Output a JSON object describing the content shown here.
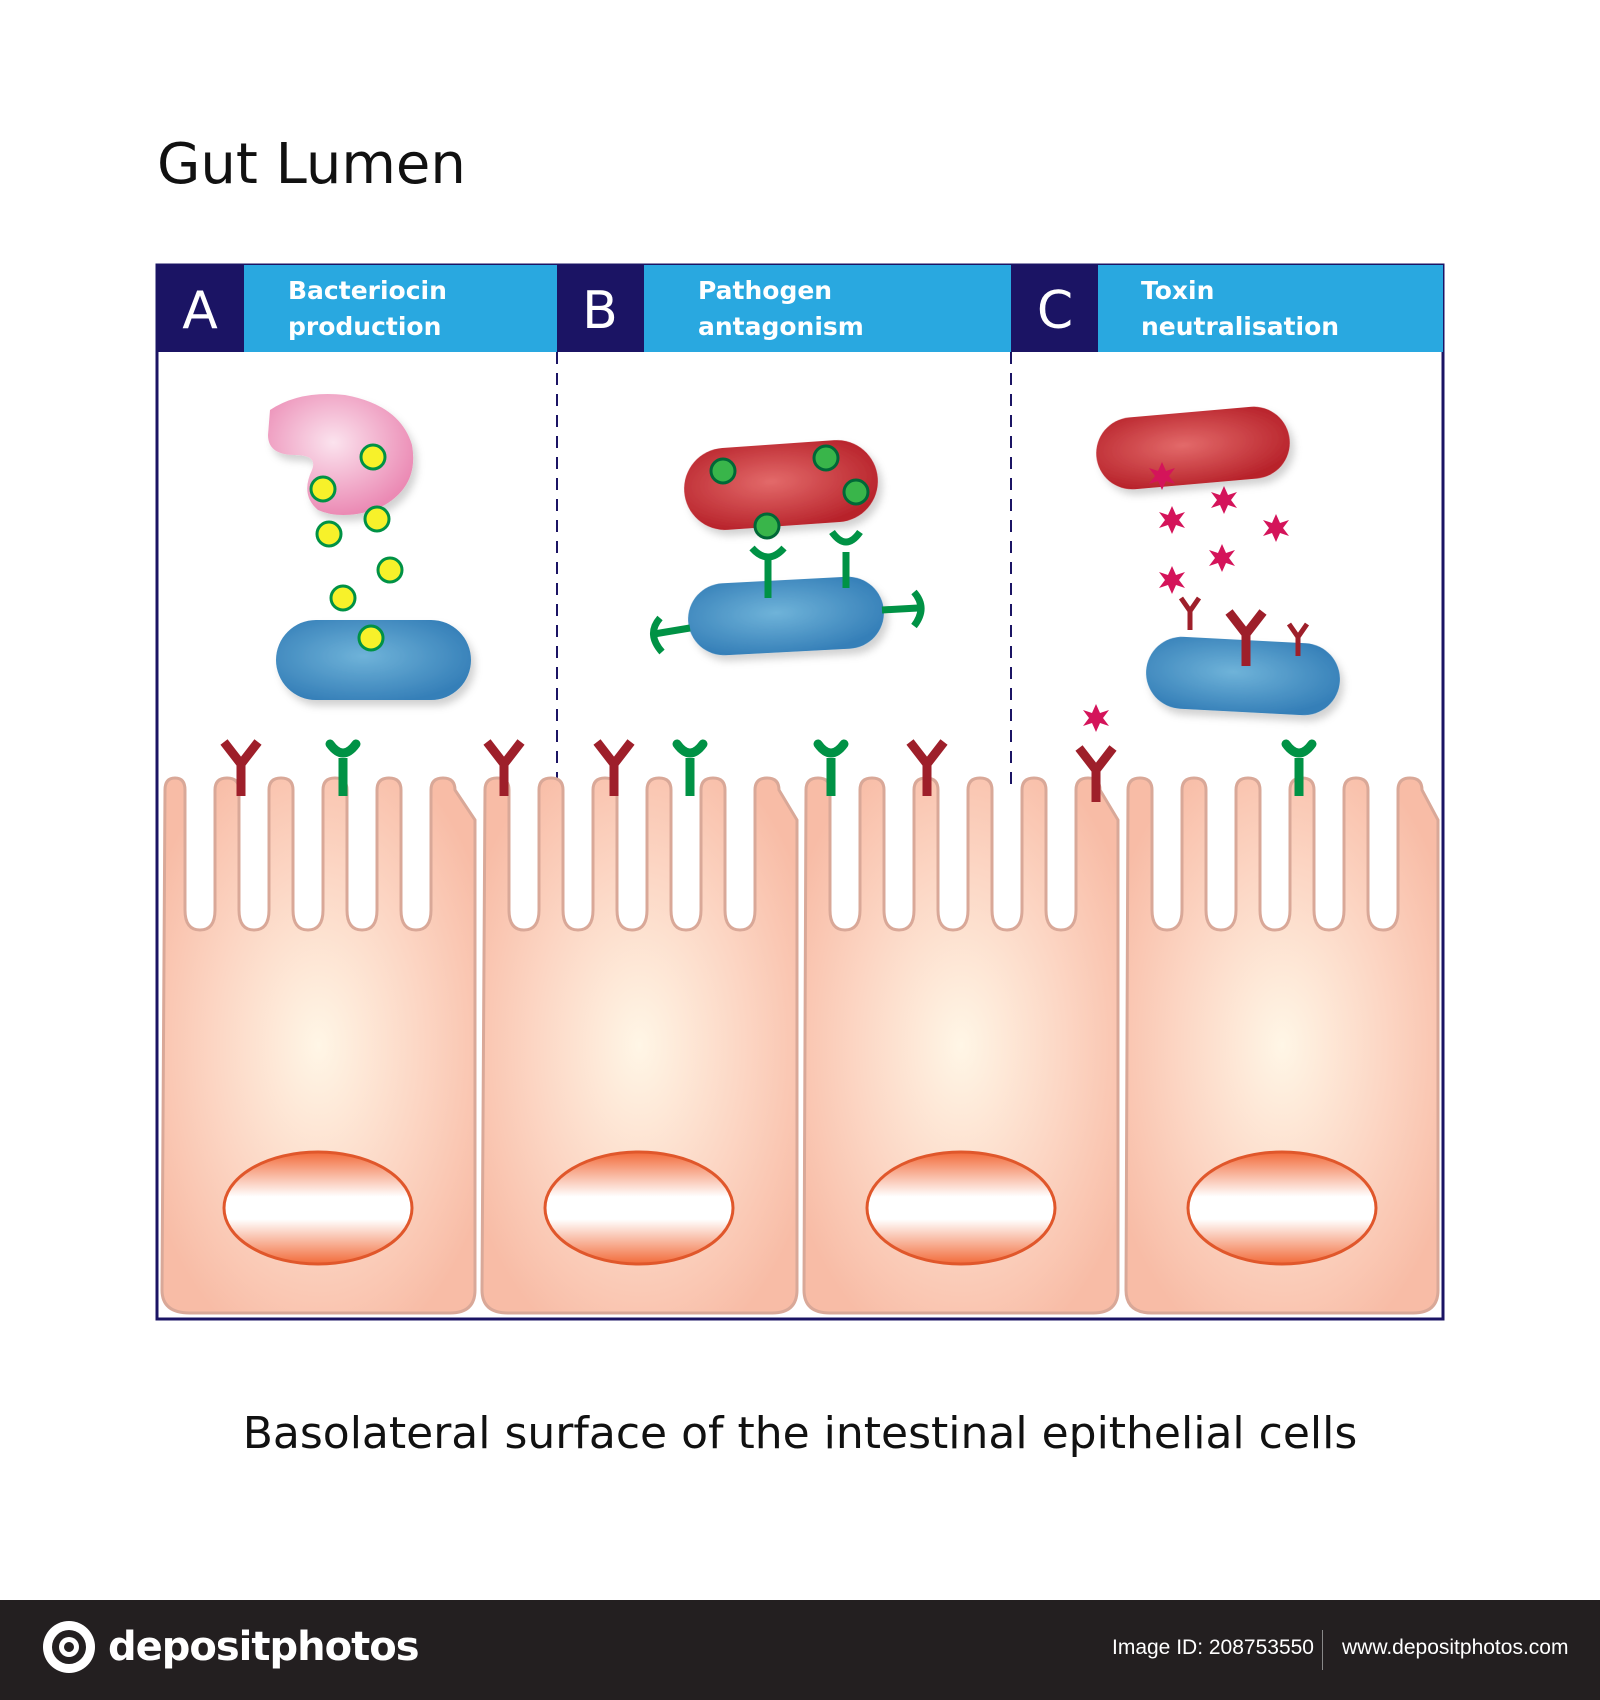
{
  "title": "Gut Lumen",
  "caption": "Basolateral surface of the intestinal epithelial cells",
  "panels": [
    {
      "letter": "A",
      "line1": "Bacteriocin",
      "line2": "production"
    },
    {
      "letter": "B",
      "line1": "Pathogen",
      "line2": "antagonism"
    },
    {
      "letter": "C",
      "line1": "Toxin",
      "line2": "neutralisation"
    }
  ],
  "colors": {
    "header_dark": "#1b1464",
    "header_light": "#29a8e0",
    "border": "#1b1464",
    "cell": "#f9c7b4",
    "nucleus": "#f26b3a",
    "pathogen": "#c1272d",
    "commensal": "#3c8fc4",
    "bacteriocin": "#f7f12a",
    "receptor_green": "#009245",
    "receptor_red": "#9e1f2a",
    "toxin": "#d4145a"
  },
  "footer": {
    "brand": "depositphotos",
    "image_id": "Image ID: 208753550",
    "site": "www.depositphotos.com"
  }
}
